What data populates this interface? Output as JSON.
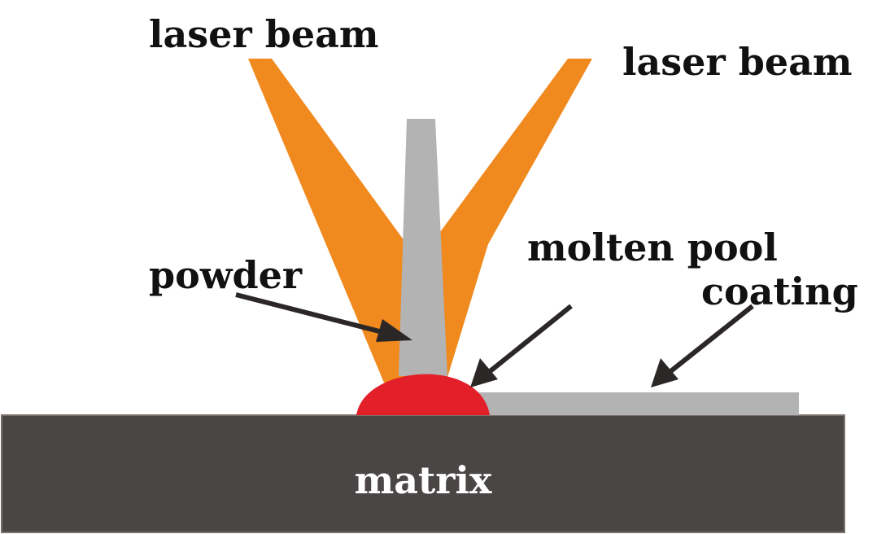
{
  "labels": {
    "laser_beam_left": "laser beam",
    "laser_beam_right": "laser beam",
    "powder": "powder",
    "molten_pool": "molten pool",
    "coating": "coating",
    "matrix": "matrix"
  },
  "colors": {
    "laser_beam": "#f0891e",
    "powder_nozzle": "#b3b3b3",
    "molten_pool": "#e3202a",
    "coating": "#b3b3b3",
    "matrix": "#4a4645",
    "arrow": "#2b2727",
    "label_text": "#111111",
    "matrix_text": "#ffffff"
  }
}
